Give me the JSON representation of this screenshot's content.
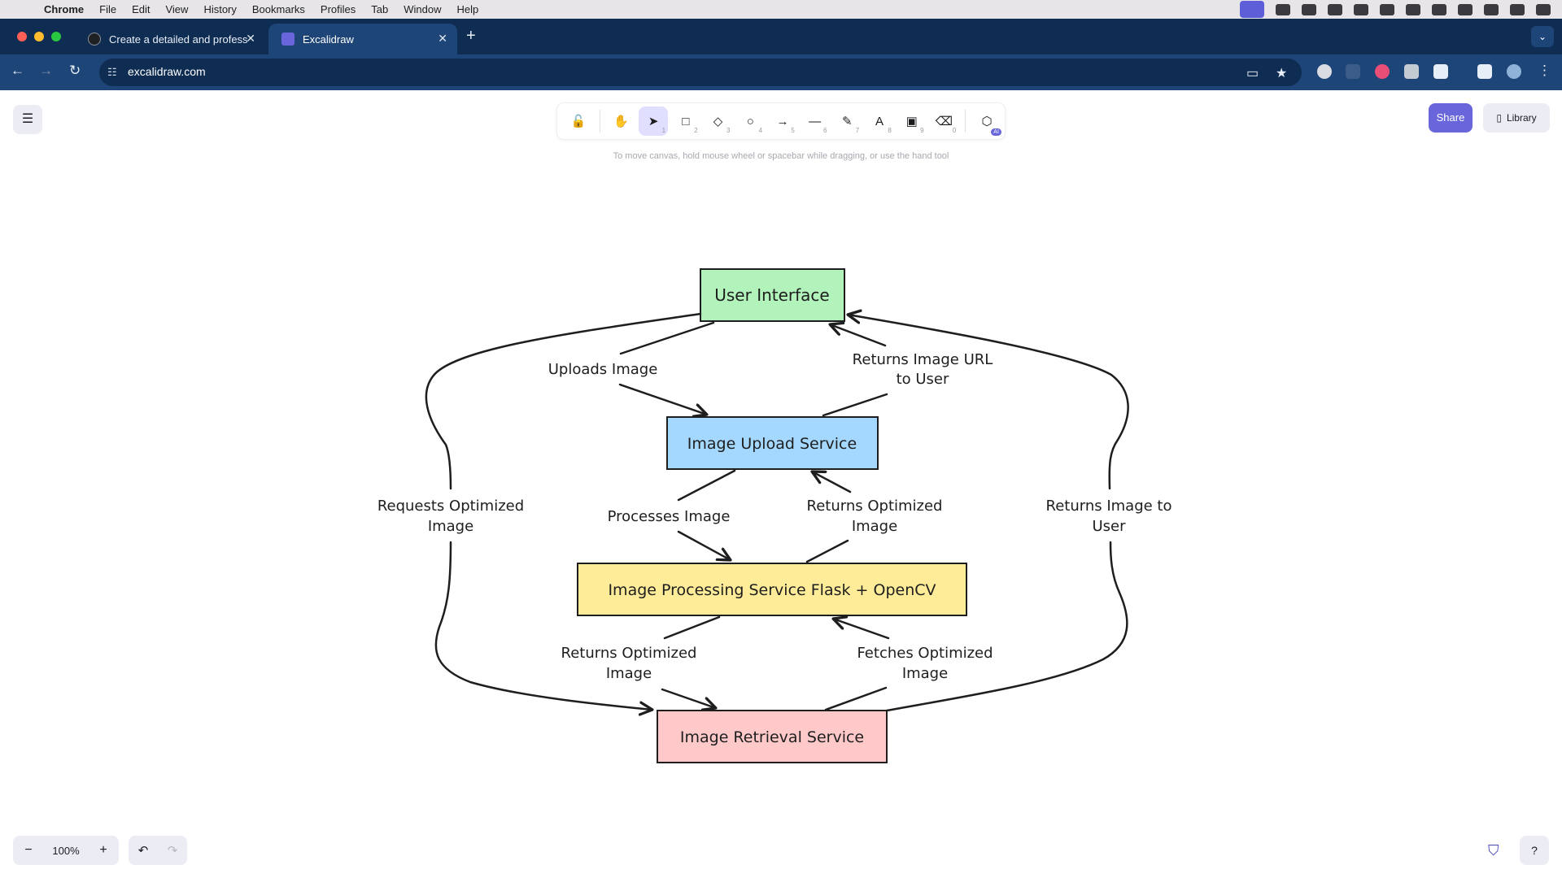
{
  "menubar": {
    "app": "Chrome",
    "items": [
      "File",
      "Edit",
      "View",
      "History",
      "Bookmarks",
      "Profiles",
      "Tab",
      "Window",
      "Help"
    ]
  },
  "tabs": [
    {
      "title": "Create a detailed and profess"
    },
    {
      "title": "Excalidraw"
    }
  ],
  "address": {
    "url": "excalidraw.com"
  },
  "toolbar": {
    "tools": [
      {
        "name": "lock",
        "glyph": "🔓",
        "key": ""
      },
      {
        "name": "hand",
        "glyph": "✋",
        "key": ""
      },
      {
        "name": "selection",
        "glyph": "➤",
        "key": "1"
      },
      {
        "name": "rectangle",
        "glyph": "□",
        "key": "2"
      },
      {
        "name": "diamond",
        "glyph": "◇",
        "key": "3"
      },
      {
        "name": "ellipse",
        "glyph": "○",
        "key": "4"
      },
      {
        "name": "arrow",
        "glyph": "→",
        "key": "5"
      },
      {
        "name": "line",
        "glyph": "—",
        "key": "6"
      },
      {
        "name": "draw",
        "glyph": "✎",
        "key": "7"
      },
      {
        "name": "text",
        "glyph": "A",
        "key": "8"
      },
      {
        "name": "image",
        "glyph": "▣",
        "key": "9"
      },
      {
        "name": "eraser",
        "glyph": "⌫",
        "key": "0"
      },
      {
        "name": "ai-tools",
        "glyph": "⬡",
        "key": ""
      }
    ],
    "ai_badge": "AI",
    "hint": "To move canvas, hold mouse wheel or spacebar while dragging, or use the hand tool",
    "share_label": "Share",
    "library_label": "Library"
  },
  "footer": {
    "zoom": "100%",
    "zoom_out": "−",
    "zoom_in": "+",
    "undo": "↶",
    "redo": "↷",
    "help": "?"
  },
  "diagram": {
    "nodes": {
      "ui": {
        "label": "User  Interface",
        "fill": "#b2f2bb"
      },
      "upload": {
        "label": "Image Upload Service",
        "fill": "#a5d8ff"
      },
      "processing": {
        "label": "Image Processing Service Flask + OpenCV",
        "fill": "#ffec99"
      },
      "retrieval": {
        "label": "Image Retrieval Service",
        "fill": "#ffc9c9"
      }
    },
    "edges": {
      "uploads": "Uploads Image",
      "returns_url_1": "Returns Image URL",
      "returns_url_2": "to User",
      "processes": "Processes Image",
      "returns_opt_a1": "Returns Optimized",
      "returns_opt_a2": "Image",
      "requests_1": "Requests Optimized",
      "requests_2": "Image",
      "returns_user_1": "Returns Image to",
      "returns_user_2": "User",
      "returns_opt_b1": "Returns Optimized",
      "returns_opt_b2": "Image",
      "fetches_1": "Fetches Optimized",
      "fetches_2": "Image"
    }
  }
}
